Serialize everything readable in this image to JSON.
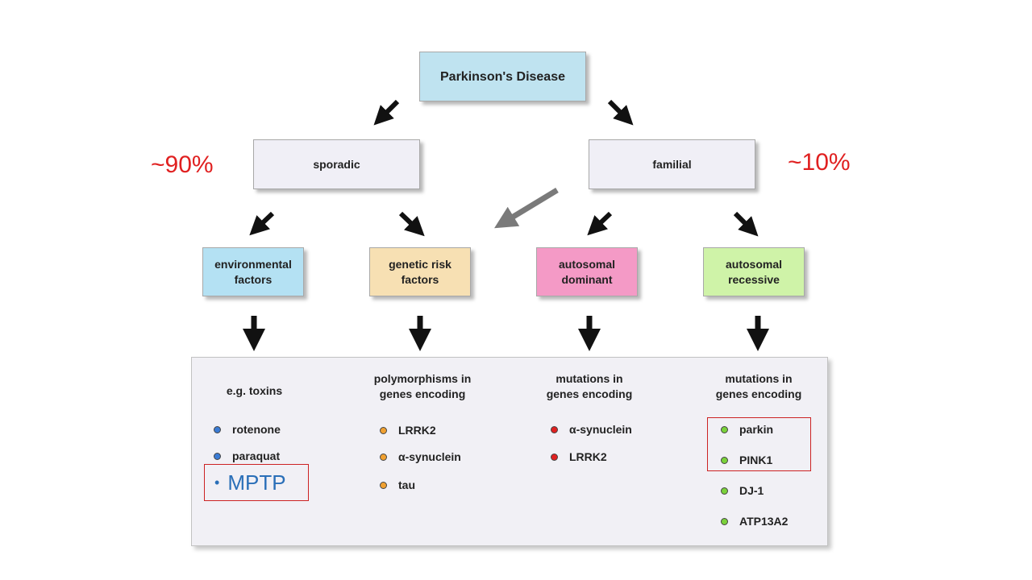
{
  "top": {
    "label": "Parkinson's Disease",
    "color": "#bfe3f0"
  },
  "branches": {
    "sporadic": {
      "label": "sporadic",
      "color": "#f0eff6",
      "percent": "~90%"
    },
    "familial": {
      "label": "familial",
      "color": "#f0eff6",
      "percent": "~10%"
    }
  },
  "categories": [
    {
      "line1": "environmental",
      "line2": "factors",
      "color": "#b4e1f3"
    },
    {
      "line1": "genetic risk",
      "line2": "factors",
      "color": "#f7e0b3"
    },
    {
      "line1": "autosomal",
      "line2": "dominant",
      "color": "#f49ac6"
    },
    {
      "line1": "autosomal",
      "line2": "recessive",
      "color": "#cff3a8"
    }
  ],
  "columns": [
    {
      "head1": "e.g. toxins",
      "head2": "",
      "items": [
        {
          "label": "rotenone",
          "color": "#3a7bd5"
        },
        {
          "label": "paraquat",
          "color": "#3a7bd5"
        }
      ]
    },
    {
      "head1": "polymorphisms in",
      "head2": "genes encoding",
      "items": [
        {
          "label": "LRRK2",
          "color": "#f0a030"
        },
        {
          "label": "α-synuclein",
          "color": "#f0a030"
        },
        {
          "label": "tau",
          "color": "#f0a030"
        }
      ]
    },
    {
      "head1": "mutations in",
      "head2": "genes encoding",
      "items": [
        {
          "label": "α-synuclein",
          "color": "#e02020"
        },
        {
          "label": "LRRK2",
          "color": "#e02020"
        }
      ]
    },
    {
      "head1": "mutations in",
      "head2": "genes encoding",
      "items": [
        {
          "label": "parkin",
          "color": "#7ad23a"
        },
        {
          "label": "PINK1",
          "color": "#7ad23a"
        },
        {
          "label": "DJ-1",
          "color": "#7ad23a"
        },
        {
          "label": "ATP13A2",
          "color": "#7ad23a"
        }
      ]
    }
  ],
  "annotation": {
    "label": "MPTP",
    "bullet": "•"
  },
  "accent": "#e02020"
}
